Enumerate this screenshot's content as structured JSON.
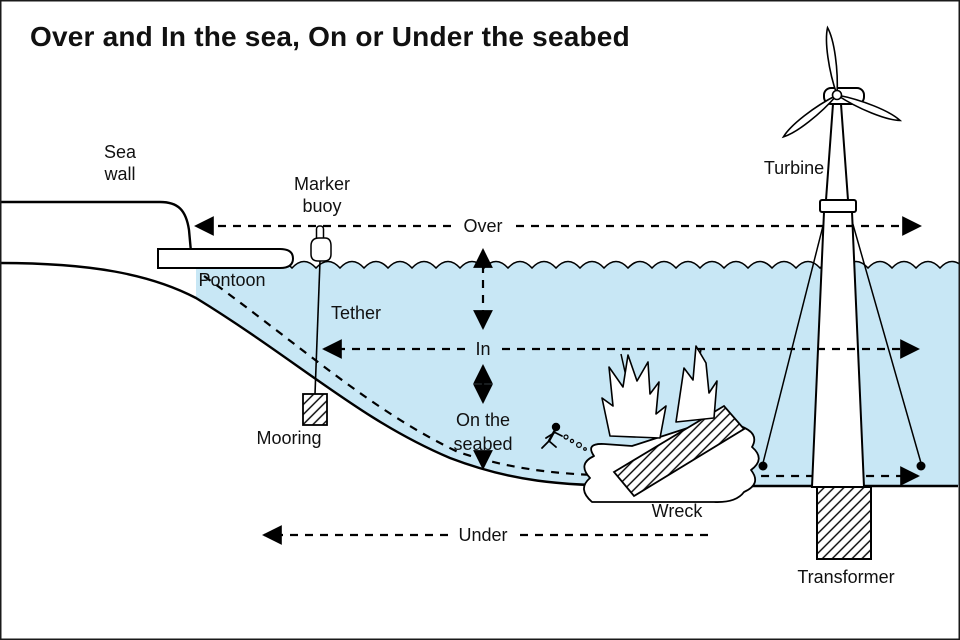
{
  "title": "Over and In the sea, On or Under the seabed",
  "colors": {
    "sea": "#c8e7f5",
    "ink": "#000000",
    "paper": "#ffffff"
  },
  "labels": {
    "sea_wall": [
      "Sea",
      "wall"
    ],
    "marker_buoy": [
      "Marker",
      "buoy"
    ],
    "pontoon": "Pontoon",
    "tether": "Tether",
    "mooring": "Mooring",
    "wreck": "Wreck",
    "turbine": "Turbine",
    "transformer": "Transformer"
  },
  "zones": {
    "over": "Over",
    "in": "In",
    "on_the_seabed": [
      "On the",
      "seabed"
    ],
    "under": "Under"
  }
}
